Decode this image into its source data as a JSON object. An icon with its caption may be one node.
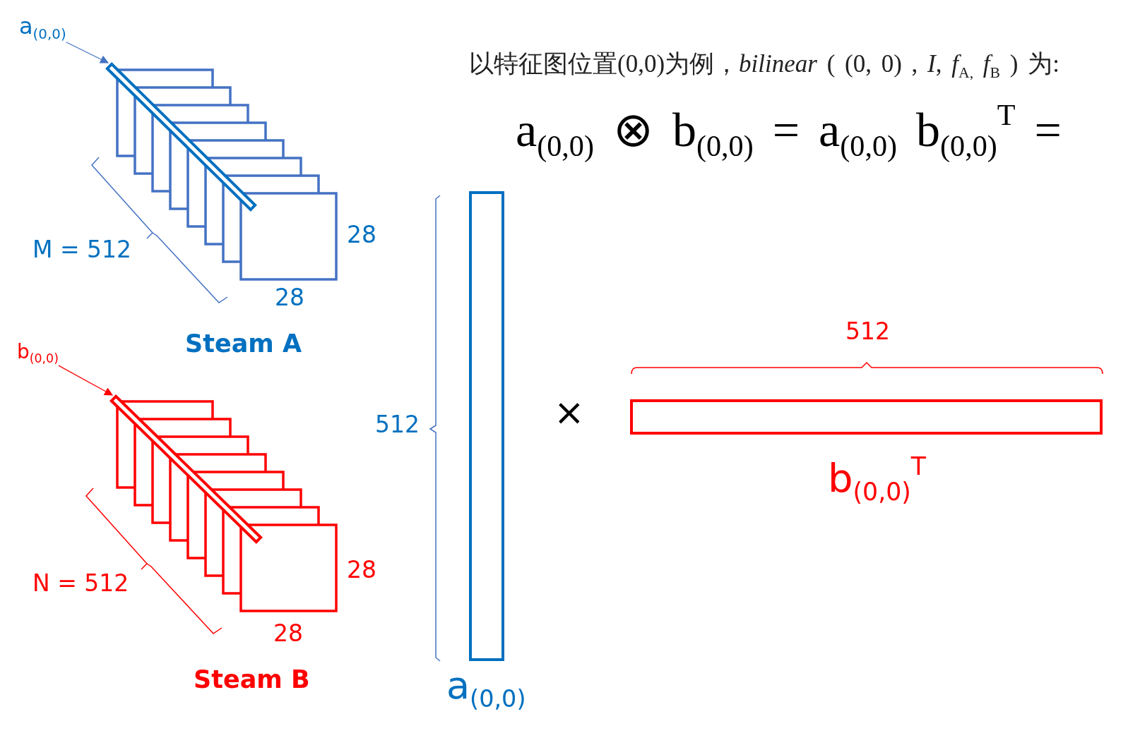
{
  "diagram": {
    "nodes": [
      {
        "text": [
          "a$_{(0,0)}$"
        ]
      },
      {
        "text": [],
        "shape": "bar"
      },
      {
        "text": [
          "b$_{(0,0)}$"
        ]
      },
      {
        "text": [],
        "shape": "bar"
      },
      {
        "text": [],
        "shape": "box"
      },
      {
        "text": [],
        "shape": "box"
      }
    ],
    "edges": [
      {
        "from": 0,
        "to": 1,
        "arrow": "to",
        "color": "#4472c4"
      },
      {
        "from": 2,
        "to": 3,
        "arrow": "to",
        "color": "#ff0000"
      }
    ],
    "labels": [
      "M = 512",
      "28",
      "28",
      "Steam A",
      "N = 512",
      "28",
      "28",
      "Steam B",
      "以特征图位置(0,0)为例，*bilinear* ( (0, 0) , *I*, *f*$_{A,}$ *f*$_{B}$ ) 为:",
      "a$_{(0,0)}$ ⊗ b$_{(0,0)}$ = a$_{(0,0)}$ b$_{(0,0)}$$^{T}$ =",
      "512",
      "a$_{(0,0)}$",
      "×",
      "512",
      "b$_{(0,0)}$$^{T}$"
    ]
  }
}
